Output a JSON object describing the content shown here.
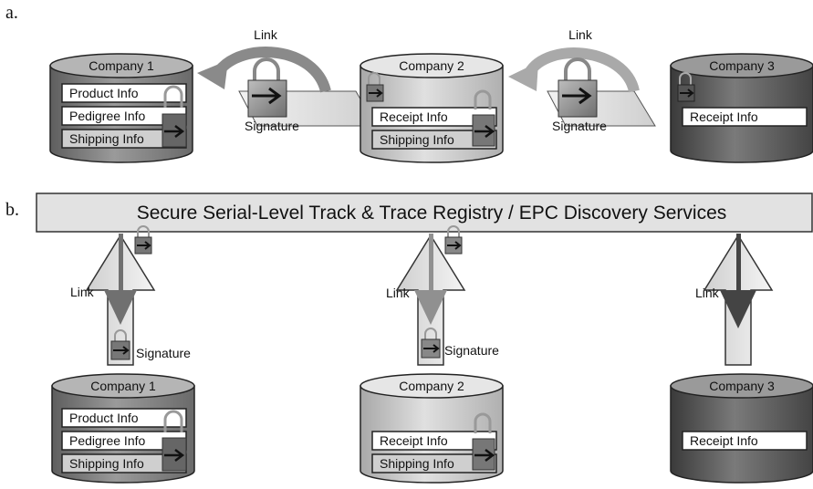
{
  "panel_a": {
    "label": "a.",
    "companies": [
      {
        "name": "Company 1",
        "boxes": [
          "Product Info",
          "Pedigree Info",
          "Shipping Info"
        ]
      },
      {
        "name": "Company 2",
        "boxes": [
          "Receipt Info",
          "Shipping Info"
        ]
      },
      {
        "name": "Company 3",
        "boxes": [
          "Receipt Info"
        ]
      }
    ],
    "links": [
      {
        "link_label": "Link",
        "signature_label": "Signature"
      },
      {
        "link_label": "Link",
        "signature_label": "Signature"
      }
    ]
  },
  "panel_b": {
    "label": "b.",
    "registry_title": "Secure Serial-Level Track & Trace Registry / EPC Discovery Services",
    "companies": [
      {
        "name": "Company 1",
        "boxes": [
          "Product Info",
          "Pedigree Info",
          "Shipping Info"
        ]
      },
      {
        "name": "Company 2",
        "boxes": [
          "Receipt Info",
          "Shipping Info"
        ]
      },
      {
        "name": "Company 3",
        "boxes": [
          "Receipt Info"
        ]
      }
    ],
    "connectors": [
      {
        "link_label": "Link",
        "signature_label": "Signature"
      },
      {
        "link_label": "Link",
        "signature_label": "Signature"
      },
      {
        "link_label": "Link"
      }
    ]
  },
  "colors": {
    "company1_fill": "#8a8a8a",
    "company2_fill": "#c8c8c8",
    "company3_fill": "#5a5a5a",
    "registry_fill": "#e2e2e2",
    "arrow_light": "#e6e6e6",
    "arrow_dark": "#707070"
  },
  "icons": [
    "padlock-icon",
    "signature-arrow-icon",
    "link-arrow-icon"
  ]
}
